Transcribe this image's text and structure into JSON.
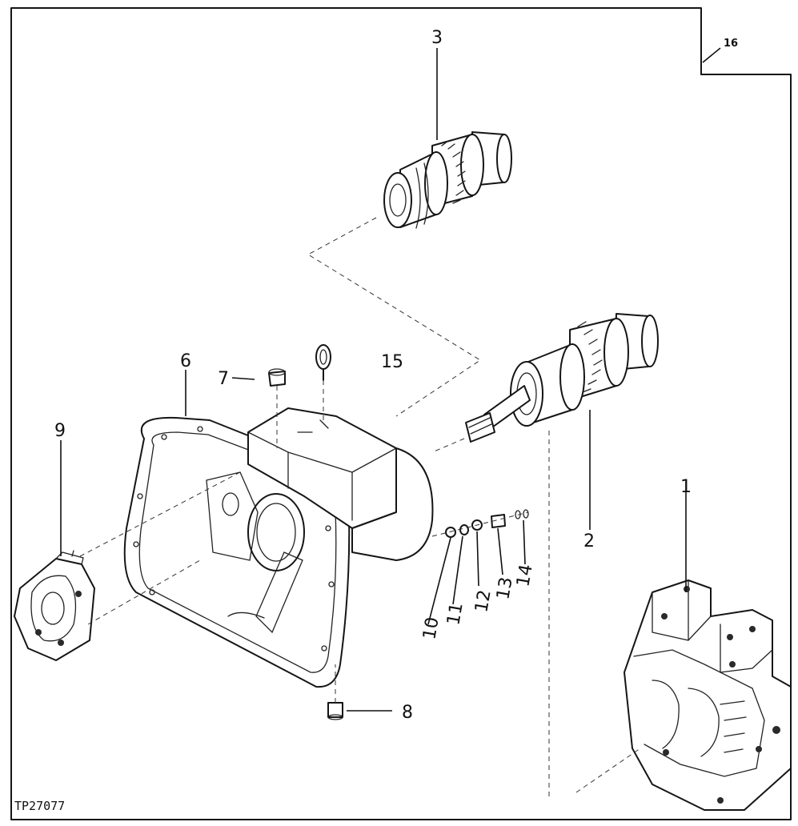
{
  "figure": {
    "id": "TP27077",
    "callouts": {
      "c1": "1",
      "c2": "2",
      "c3": "3",
      "c6": "6",
      "c7": "7",
      "c8": "8",
      "c9": "9",
      "c10": "10",
      "c11": "11",
      "c12": "12",
      "c13": "13",
      "c14": "14",
      "c15": "15",
      "c16": "16"
    }
  }
}
